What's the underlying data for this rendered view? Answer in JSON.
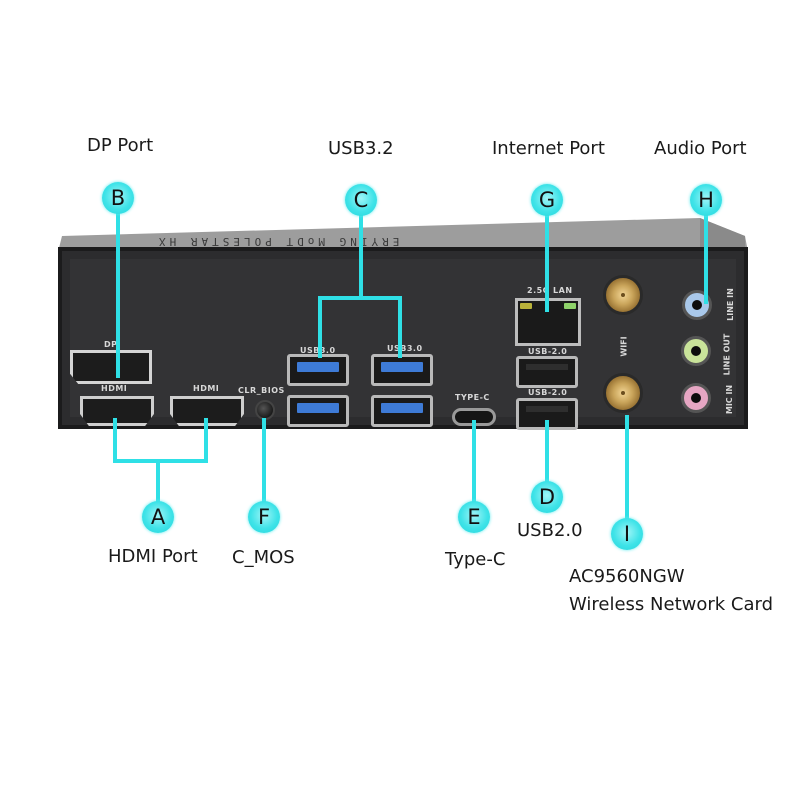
{
  "title_labels": {
    "dp_port": "DP Port",
    "usb32": "USB3.2",
    "internet_port": "Internet Port",
    "audio_port": "Audio Port",
    "hdmi_port": "HDMI Port",
    "c_mos": "C_MOS",
    "type_c": "Type-C",
    "usb20": "USB2.0",
    "wifi_card_model": "AC9560NGW",
    "wifi_card_desc": "Wireless Network Card"
  },
  "badges": {
    "a": "A",
    "b": "B",
    "c": "C",
    "d": "D",
    "e": "E",
    "f": "F",
    "g": "G",
    "h": "H",
    "i": "I"
  },
  "chassis": {
    "embossed_text": "ERYING MoDT POLESTAR HX"
  },
  "silkscreen": {
    "dp": "DP",
    "hdmi1": "HDMI",
    "hdmi2": "HDMI",
    "clr_bios": "CLR_BIOS",
    "usb30_left": "USB3.0",
    "usb30_right": "USB3.0",
    "type_c": "TYPE-C",
    "lan": "2.5G LAN",
    "usb20_top": "USB-2.0",
    "usb20_bottom": "USB-2.0",
    "wifi": "WIFI",
    "line_in": "LINE IN",
    "line_out": "LINE OUT",
    "mic_in": "MIC IN"
  },
  "colors": {
    "accent_cyan": "#2fe0e6",
    "usb3_blue": "#3e7bd6",
    "jack_line_in": "#a9c8ea",
    "jack_line_out": "#c9e39a",
    "jack_mic_in": "#e6a6c3",
    "led_yellow": "#b9b23a",
    "led_green": "#8fd36a"
  }
}
